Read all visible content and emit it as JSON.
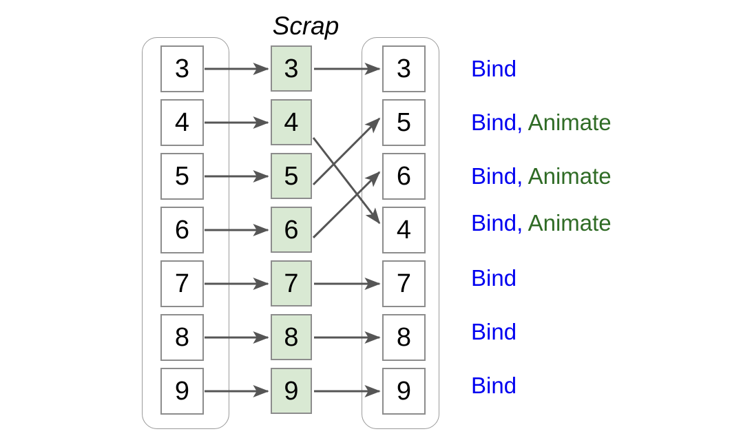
{
  "diagram": {
    "title_scrap": "Scrap",
    "columns": {
      "left": {
        "name": "source-list",
        "items": [
          "3",
          "4",
          "5",
          "6",
          "7",
          "8",
          "9"
        ]
      },
      "scrap": {
        "name": "scrap-list",
        "items": [
          "3",
          "4",
          "5",
          "6",
          "7",
          "8",
          "9"
        ]
      },
      "right": {
        "name": "target-list",
        "items": [
          "3",
          "5",
          "6",
          "4",
          "7",
          "8",
          "9"
        ]
      }
    },
    "labels": [
      {
        "bind": "Bind",
        "sep": "",
        "animate": ""
      },
      {
        "bind": "Bind",
        "sep": ", ",
        "animate": "Animate"
      },
      {
        "bind": "Bind",
        "sep": ", ",
        "animate": "Animate"
      },
      {
        "bind": "Bind",
        "sep": ", ",
        "animate": "Animate"
      },
      {
        "bind": "Bind",
        "sep": "",
        "animate": ""
      },
      {
        "bind": "Bind",
        "sep": "",
        "animate": ""
      },
      {
        "bind": "Bind",
        "sep": "",
        "animate": ""
      }
    ],
    "connections": {
      "left_to_scrap": [
        {
          "from": "3",
          "to": "3"
        },
        {
          "from": "4",
          "to": "4"
        },
        {
          "from": "5",
          "to": "5"
        },
        {
          "from": "6",
          "to": "6"
        },
        {
          "from": "7",
          "to": "7"
        },
        {
          "from": "8",
          "to": "8"
        },
        {
          "from": "9",
          "to": "9"
        }
      ],
      "scrap_to_right": [
        {
          "from": "3",
          "to": "3"
        },
        {
          "from": "4",
          "to": "4"
        },
        {
          "from": "5",
          "to": "5"
        },
        {
          "from": "6",
          "to": "6"
        },
        {
          "from": "7",
          "to": "7"
        },
        {
          "from": "8",
          "to": "8"
        },
        {
          "from": "9",
          "to": "9"
        }
      ]
    },
    "colors": {
      "scrap_fill": "#d9e9d3",
      "box_border": "#8c8c8c",
      "pool_border": "#9a9a9a",
      "arrow": "#555555",
      "bind_text": "#0000f0",
      "animate_text": "#2f6b25"
    }
  }
}
